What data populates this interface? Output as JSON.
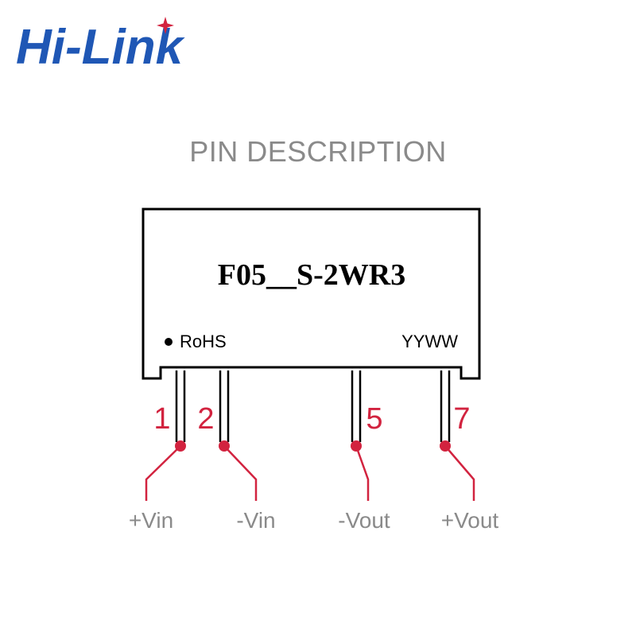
{
  "logo": {
    "text": "Hi-Link",
    "brand_color": "#1f57b5",
    "star_color": "#d2233f"
  },
  "title": "PIN DESCRIPTION",
  "module": {
    "part_number": "F05__S-2WR3",
    "rohs_label": "RoHS",
    "date_code": "YYWW"
  },
  "pins": [
    {
      "number": "1",
      "name": "+Vin"
    },
    {
      "number": "2",
      "name": "-Vin"
    },
    {
      "number": "5",
      "name": "-Vout"
    },
    {
      "number": "7",
      "name": "+Vout"
    }
  ],
  "colors": {
    "accent": "#d2233f",
    "label_gray": "#8a8a8a",
    "outline": "#000000"
  }
}
